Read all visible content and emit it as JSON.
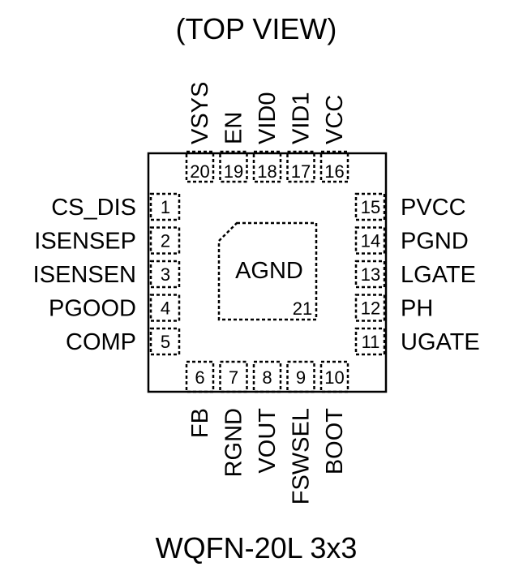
{
  "title": "(TOP VIEW)",
  "package": "WQFN-20L 3x3",
  "center_pad": {
    "label": "AGND",
    "number": "21"
  },
  "pins": {
    "left": [
      {
        "num": "1",
        "name": "CS_DIS"
      },
      {
        "num": "2",
        "name": "ISENSEP"
      },
      {
        "num": "3",
        "name": "ISENSEN"
      },
      {
        "num": "4",
        "name": "PGOOD"
      },
      {
        "num": "5",
        "name": "COMP"
      }
    ],
    "bottom": [
      {
        "num": "6",
        "name": "FB"
      },
      {
        "num": "7",
        "name": "RGND"
      },
      {
        "num": "8",
        "name": "VOUT"
      },
      {
        "num": "9",
        "name": "FSWSEL"
      },
      {
        "num": "10",
        "name": "BOOT"
      }
    ],
    "right": [
      {
        "num": "15",
        "name": "PVCC"
      },
      {
        "num": "14",
        "name": "PGND"
      },
      {
        "num": "13",
        "name": "LGATE"
      },
      {
        "num": "12",
        "name": "PH"
      },
      {
        "num": "11",
        "name": "UGATE"
      }
    ],
    "top": [
      {
        "num": "20",
        "name": "VSYS"
      },
      {
        "num": "19",
        "name": "EN"
      },
      {
        "num": "18",
        "name": "VID0"
      },
      {
        "num": "17",
        "name": "VID1"
      },
      {
        "num": "16",
        "name": "VCC"
      }
    ]
  }
}
